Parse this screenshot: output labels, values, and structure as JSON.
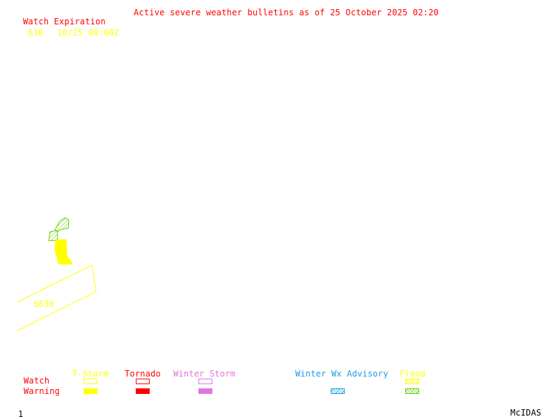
{
  "header": {
    "title": "Active severe weather bulletins as of 25 October 2025 02:20"
  },
  "watch_expiration": {
    "label": "Watch Expiration",
    "entries": [
      {
        "watch_id": "630",
        "expires": "10/25 08:00Z"
      }
    ]
  },
  "map": {
    "watch_labels": [
      {
        "id": "S630",
        "type": "T-Storm Watch"
      }
    ],
    "features": [
      {
        "type": "T-Storm Watch",
        "label": "S630"
      },
      {
        "type": "T-Storm Warning"
      },
      {
        "type": "Flood Warning"
      }
    ]
  },
  "legend": {
    "row_labels": {
      "watch": "Watch",
      "warning": "Warning"
    },
    "categories": [
      {
        "name": "T-Storm",
        "color": "#ffff00",
        "watch": true,
        "warning": true
      },
      {
        "name": "Tornado",
        "color": "#ff0000",
        "watch": true,
        "warning": true
      },
      {
        "name": "Winter Storm",
        "color": "#dd77dd",
        "watch": true,
        "warning": true
      },
      {
        "name": "Winter Wx Advisory",
        "color": "#1e9be6",
        "watch": false,
        "warning": true
      },
      {
        "name": "Flood",
        "color": "#ffff00",
        "watch_color": "#ffff00",
        "warning_color": "#66cc00",
        "watch": true,
        "warning": true
      }
    ]
  },
  "footer": {
    "frame_number": "1",
    "software": "McIDAS"
  }
}
